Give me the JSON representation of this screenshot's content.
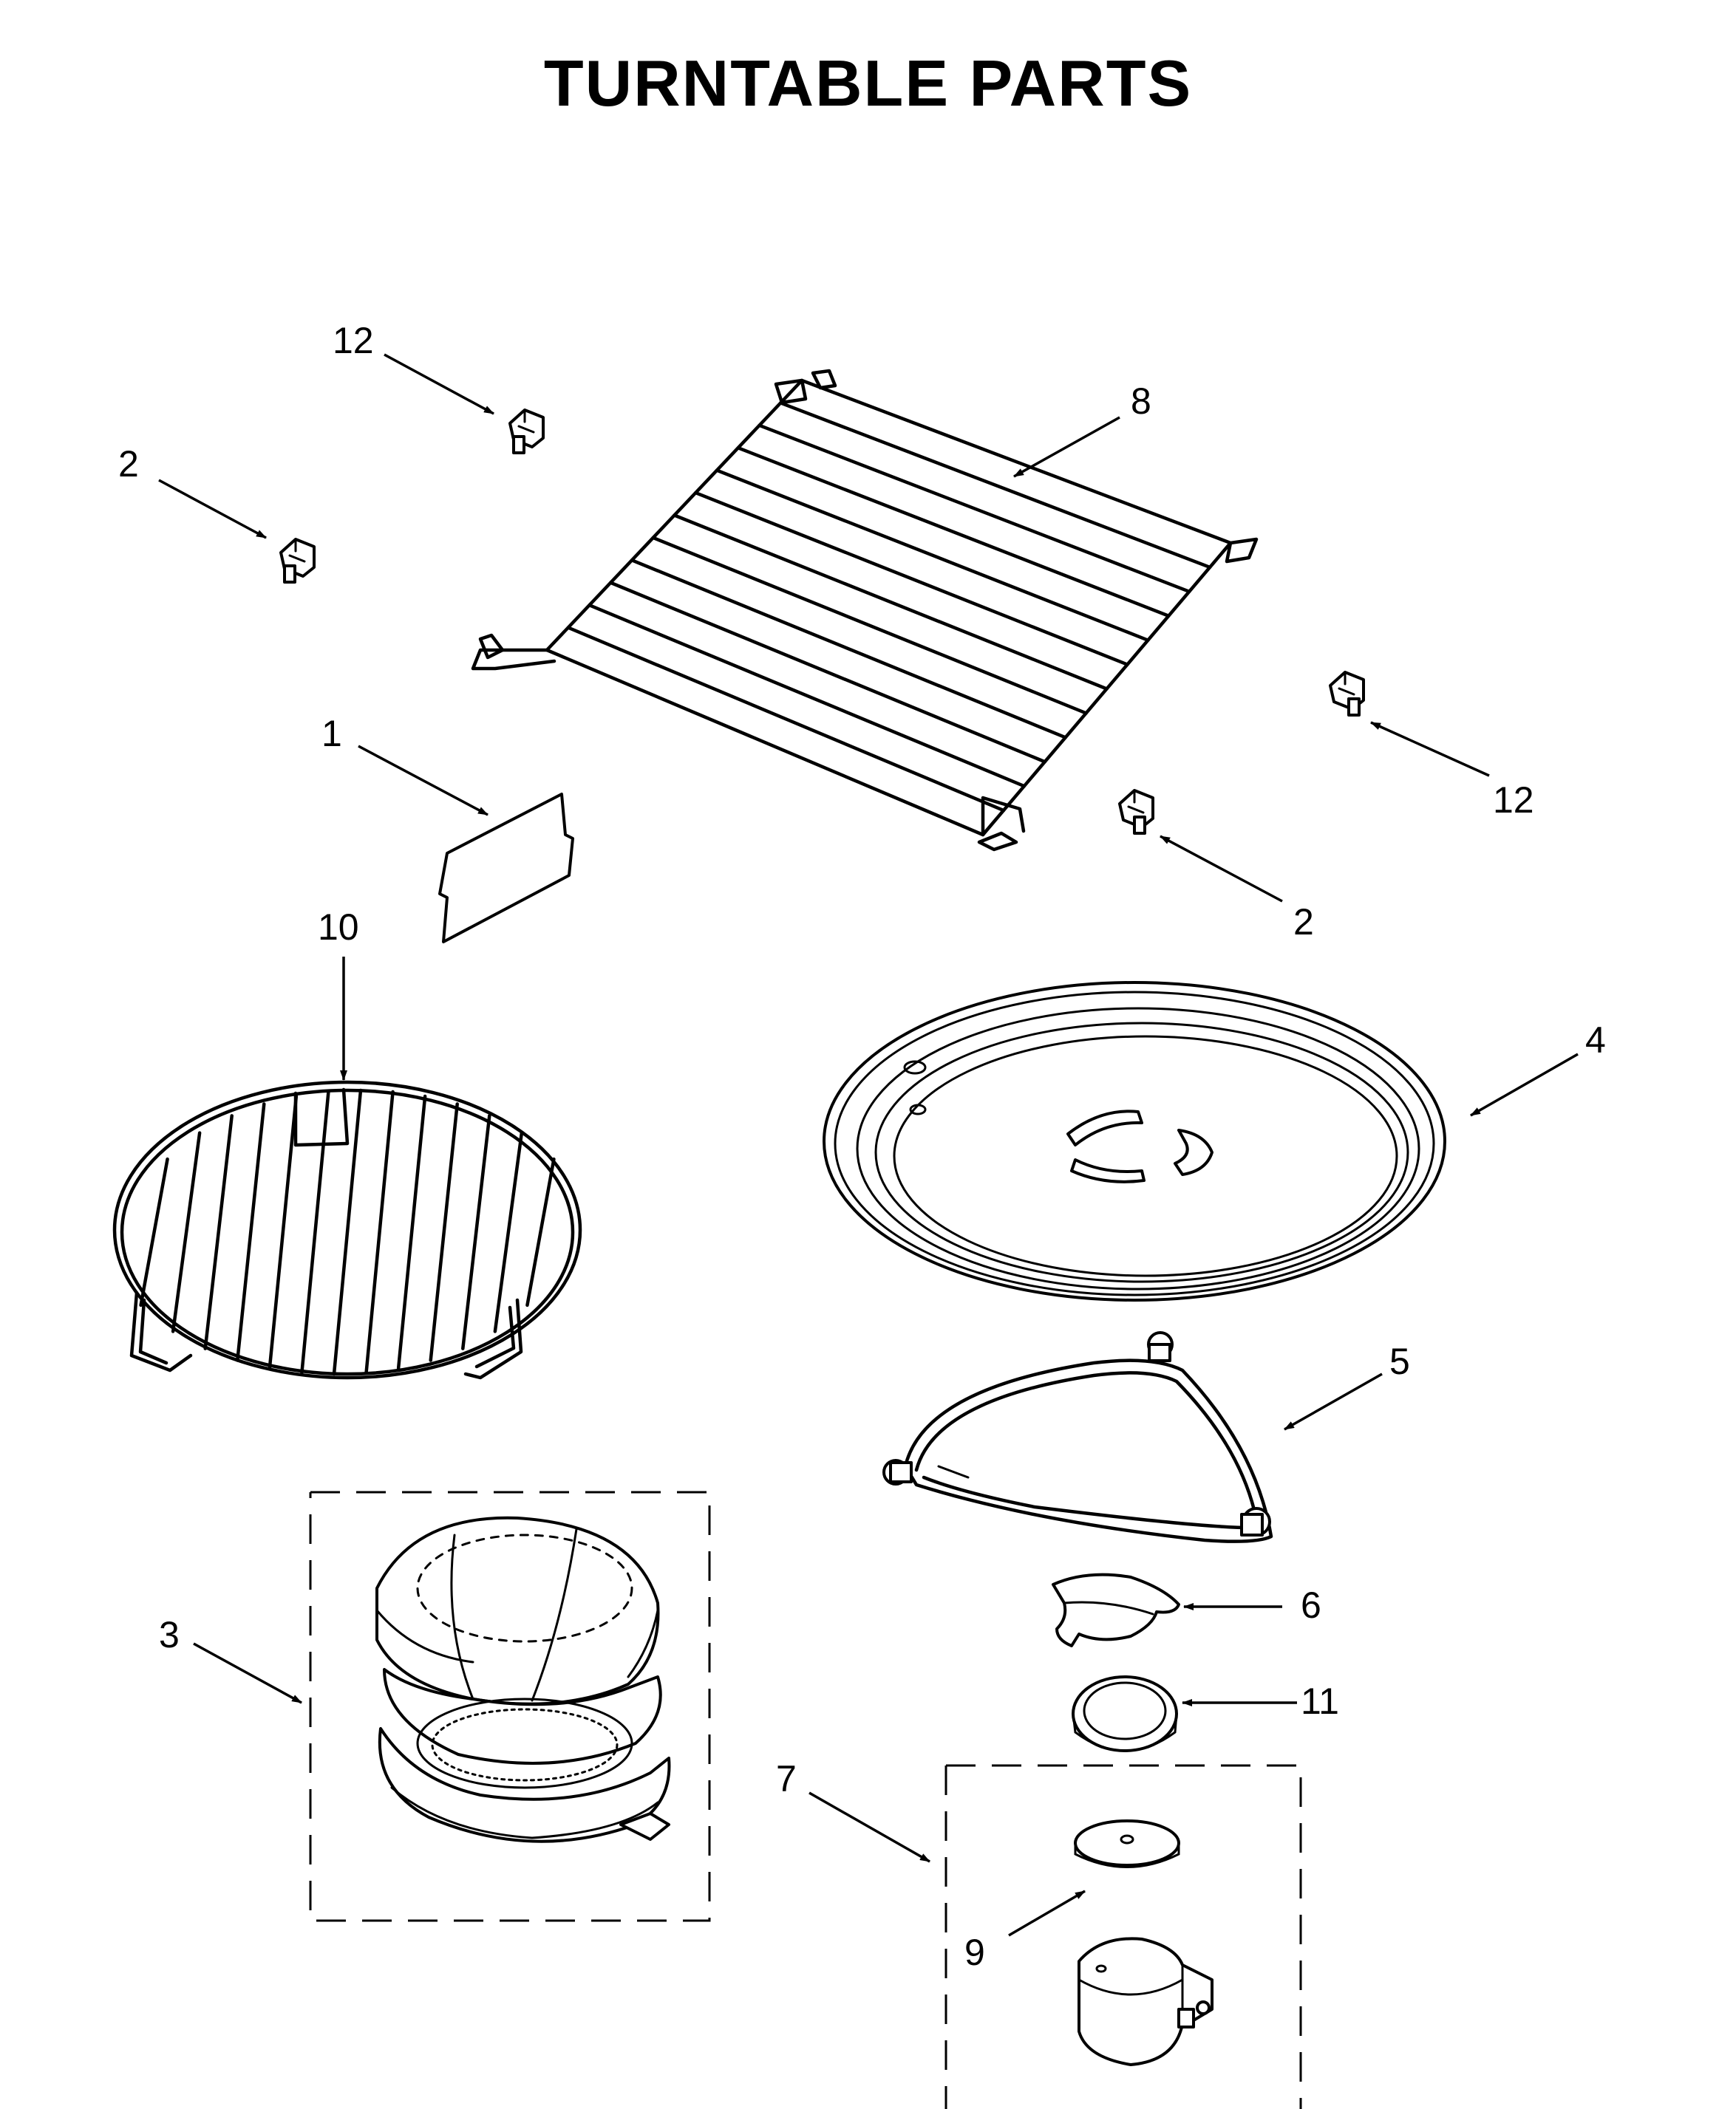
{
  "title": "TURNTABLE PARTS",
  "callouts": {
    "c1": "1",
    "c2a": "2",
    "c2b": "2",
    "c3": "3",
    "c4": "4",
    "c5": "5",
    "c6": "6",
    "c7": "7",
    "c8": "8",
    "c9": "9",
    "c10": "10",
    "c11": "11",
    "c12a": "12",
    "c12b": "12"
  },
  "colors": {
    "ink": "#000000",
    "paper": "#ffffff"
  }
}
